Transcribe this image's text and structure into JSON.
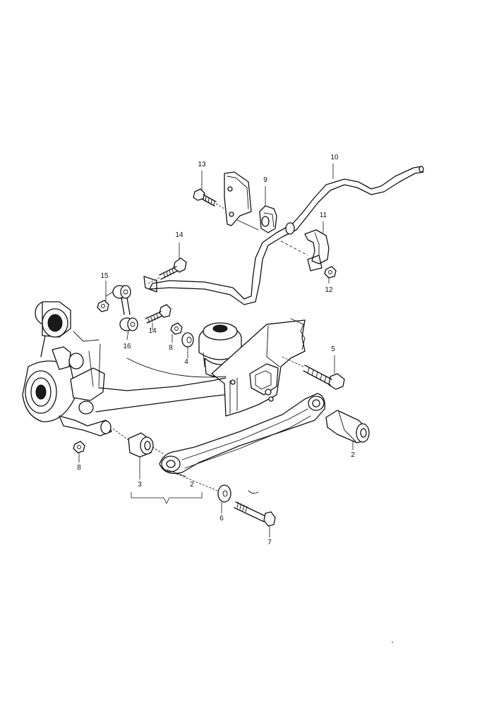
{
  "callouts": {
    "c10": "10",
    "c13": "13",
    "c9": "9",
    "c11": "11",
    "c12": "12",
    "c14a": "14",
    "c15": "15",
    "c16": "16",
    "c14b": "14",
    "c8a": "8",
    "c4": "4",
    "c5": "5",
    "c2a": "2",
    "c8b": "8",
    "c3": "3",
    "c2b": "2",
    "c6": "6",
    "c7": "7"
  }
}
